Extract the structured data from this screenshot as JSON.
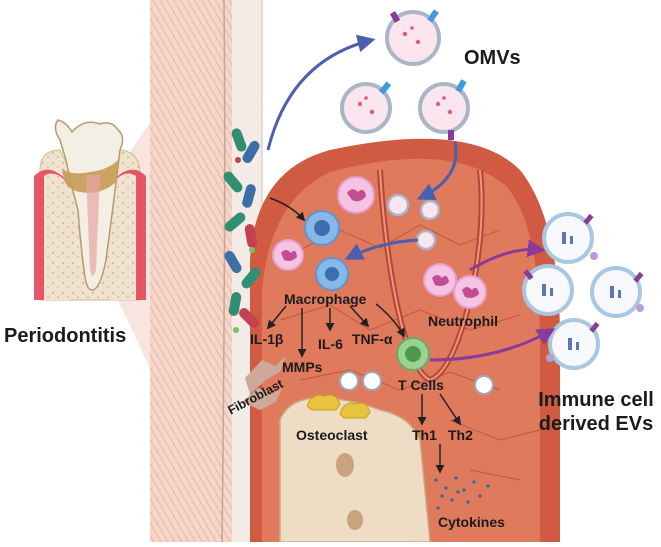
{
  "labels": {
    "periodontitis": "Periodontitis",
    "omvs": "OMVs",
    "macrophage": "Macrophage",
    "il1b": "IL-1β",
    "il6": "IL-6",
    "tnfa": "TNF-α",
    "mmps": "MMPs",
    "neutrophil": "Neutrophil",
    "t_cells": "T Cells",
    "th1": "Th1",
    "th2": "Th2",
    "fibroblast": "Fibroblast",
    "osteoclast": "Osteoclast",
    "cytokines": "Cytokines",
    "immune_line1": "Immune cell",
    "immune_line2": "derived EVs"
  },
  "colors": {
    "gum": "#c8523e",
    "gum_light": "#de7c62",
    "bone": "#efdcc4",
    "arrow_blue": "#4a5fb0",
    "arrow_purple": "#8a3b98",
    "macrophage": "#7fb2e3",
    "neutrophil": "#f2b8dc",
    "t_cell": "#8fcf8c",
    "bacteria": "#2f8f73"
  }
}
